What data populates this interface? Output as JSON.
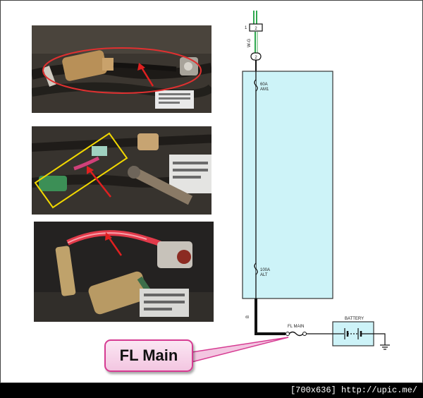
{
  "diagram": {
    "connector_pin_top": "2",
    "connector_label_top": "1",
    "wire_color_top": "W-G",
    "connector_pin_bottom": "2",
    "fuse_top_amp": "60A",
    "fuse_top_name": "AM1",
    "fuse_bottom_amp": "100A",
    "fuse_bottom_name": "ALT",
    "wire_color_bottom": "B",
    "fusible_link_label": "FL MAIN",
    "battery_label": "BATTERY"
  },
  "callout": {
    "text": "FL Main"
  },
  "footer": {
    "watermark": "[700x636] http://upic.me/"
  },
  "colors": {
    "fuse_box_fill": "#cdf3f8",
    "callout_border": "#d63b92",
    "wire_green": "#2fa84f",
    "annotation_red": "#e02020",
    "annotation_yellow": "#f2d800"
  }
}
